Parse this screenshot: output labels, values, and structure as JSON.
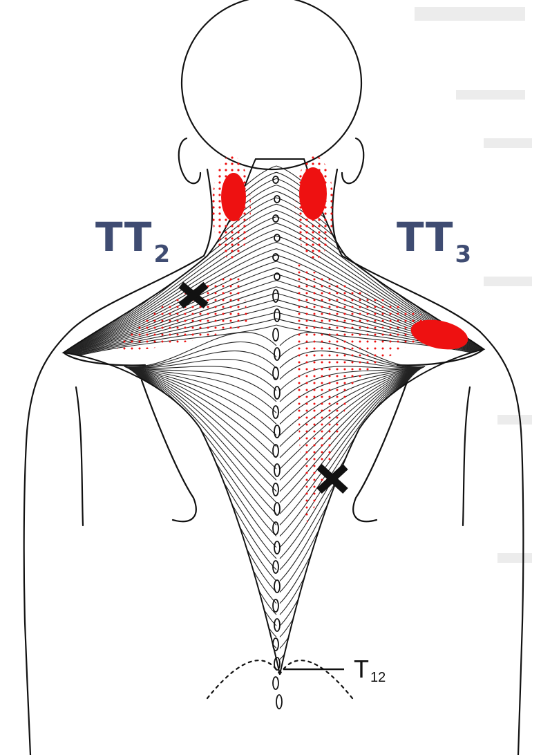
{
  "colors": {
    "label": "#3f4c72",
    "referred_pain": "#ee1111",
    "outline": "#111111",
    "background_text": "#c9c9c9"
  },
  "labels": {
    "tt2": {
      "main": "TT",
      "sub": "2"
    },
    "tt3": {
      "main": "TT",
      "sub": "3"
    },
    "t12": {
      "main": "T",
      "sub": "12"
    }
  },
  "icons": [
    "trigger-point-x-icon",
    "trigger-point-x-icon"
  ]
}
